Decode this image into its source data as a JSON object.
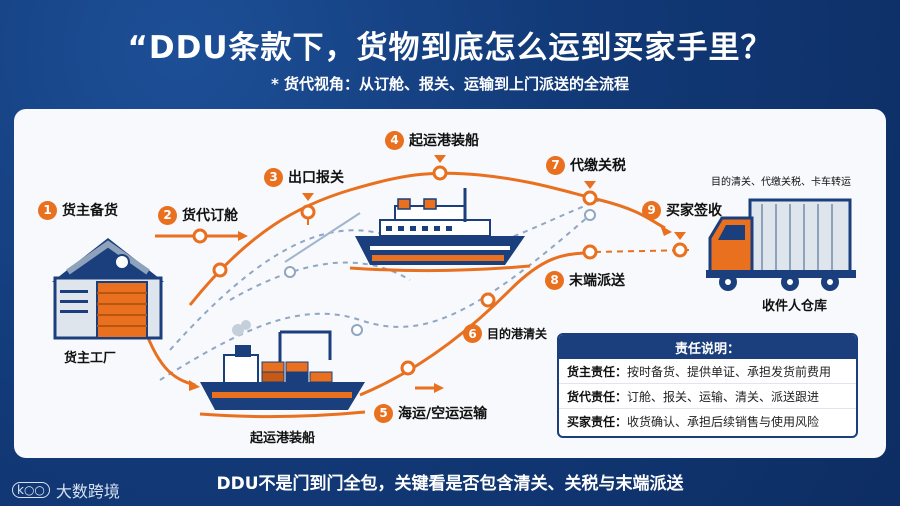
{
  "header": {
    "title": "“DDU条款下，货物到底怎么运到买家手里？",
    "subtitle": "* 货代视角：从订舱、报关、运输到上门派送的全流程"
  },
  "steps": [
    {
      "num": "1",
      "label": "货主备货"
    },
    {
      "num": "2",
      "label": "货代订舱"
    },
    {
      "num": "3",
      "label": "出口报关"
    },
    {
      "num": "4",
      "label": "起运港装船"
    },
    {
      "num": "5",
      "label": "海运/空运运输"
    },
    {
      "num": "6",
      "label": "目的港清关"
    },
    {
      "num": "7",
      "label": "代缴关税"
    },
    {
      "num": "8",
      "label": "末端派送"
    },
    {
      "num": "9",
      "label": "买家签收"
    }
  ],
  "captions": {
    "factory": "货主工厂",
    "port_ship": "起运港装船",
    "warehouse": "收件人仓库",
    "truck_note": "目的清关、代缴关税、卡车转运"
  },
  "responsibility": {
    "title": "责任说明：",
    "rows": [
      {
        "role": "货主责任：",
        "text": "按时备货、提供单证、承担发货前费用"
      },
      {
        "role": "货代责任：",
        "text": "订舱、报关、运输、清关、派送跟进"
      },
      {
        "role": "买家责任：",
        "text": "收货确认、承担后续销售与使用风险"
      }
    ]
  },
  "footer": {
    "tagline": "DDU不是门到门全包，关键看是否包含清关、关税与末端派送",
    "watermark": "大数跨境",
    "watermark_logo": "k○○"
  },
  "colors": {
    "background": "#123a78",
    "accent": "#e8701f",
    "navy": "#1b3f7c"
  }
}
